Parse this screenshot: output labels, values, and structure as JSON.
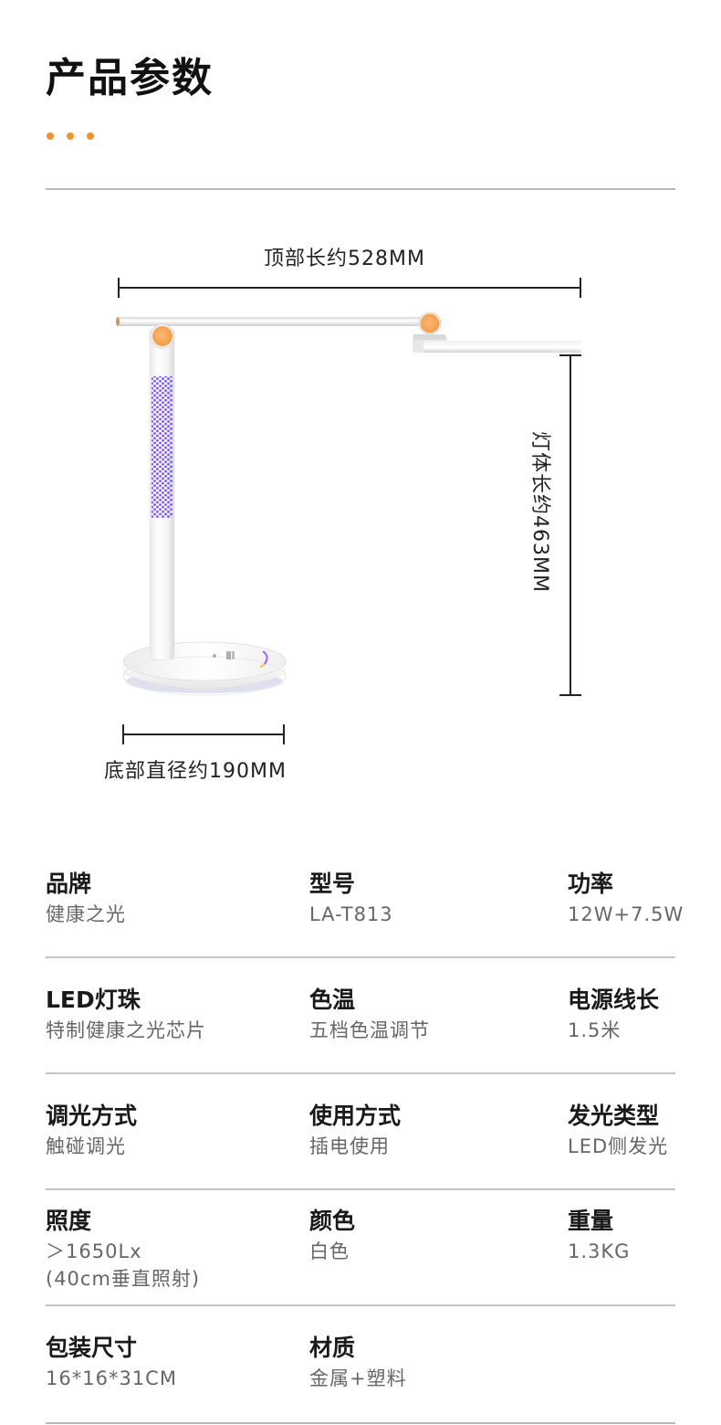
{
  "header": {
    "title": "产品参数",
    "accent_color": "#f2932a"
  },
  "diagram": {
    "top_length_label": "顶部长约528MM",
    "body_length_label": "灯体长约463MM",
    "base_diameter_label": "底部直径约190MM",
    "joint_color": "#f5a55a",
    "led_dot_color": "#7b52f0"
  },
  "specs": [
    {
      "label": "品牌",
      "value": "健康之光"
    },
    {
      "label": "型号",
      "value": "LA-T813"
    },
    {
      "label": "功率",
      "value": "12W+7.5W"
    },
    {
      "label": "LED灯珠",
      "value": "特制健康之光芯片"
    },
    {
      "label": "色温",
      "value": "五档色温调节"
    },
    {
      "label": "电源线长",
      "value": "1.5米"
    },
    {
      "label": "调光方式",
      "value": "触碰调光"
    },
    {
      "label": "使用方式",
      "value": "插电使用"
    },
    {
      "label": "发光类型",
      "value": "LED侧发光"
    },
    {
      "label": "照度",
      "value": "＞1650Lx",
      "value2": "(40cm垂直照射)"
    },
    {
      "label": "颜色",
      "value": "白色"
    },
    {
      "label": "重量",
      "value": "1.3KG"
    },
    {
      "label": "包装尺寸",
      "value": "16*16*31CM"
    },
    {
      "label": "材质",
      "value": "金属+塑料"
    }
  ]
}
